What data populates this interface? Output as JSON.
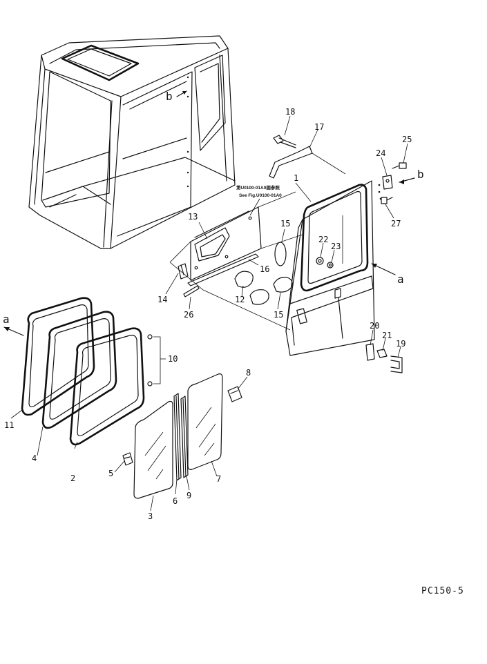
{
  "callouts": {
    "n1": "1",
    "n2": "2",
    "n3": "3",
    "n4": "4",
    "n5": "5",
    "n6": "6",
    "n7": "7",
    "n8": "8",
    "n9": "9",
    "n10": "10",
    "n11": "11",
    "n12": "12",
    "n13": "13",
    "n14": "14",
    "n15a": "15",
    "n15b": "15",
    "n16": "16",
    "n17": "17",
    "n18": "18",
    "n19": "19",
    "n20": "20",
    "n21": "21",
    "n22": "22",
    "n23": "23",
    "n24": "24",
    "n25": "25",
    "n26": "26",
    "n27": "27"
  },
  "refs": {
    "a_left": "a",
    "a_right": "a",
    "b_cab": "b",
    "b_right": "b"
  },
  "see_fig": {
    "line1": "第U0100-01A0図参照",
    "line2": "See Fig.U0100-01A0"
  },
  "model_code": "PC150-5"
}
